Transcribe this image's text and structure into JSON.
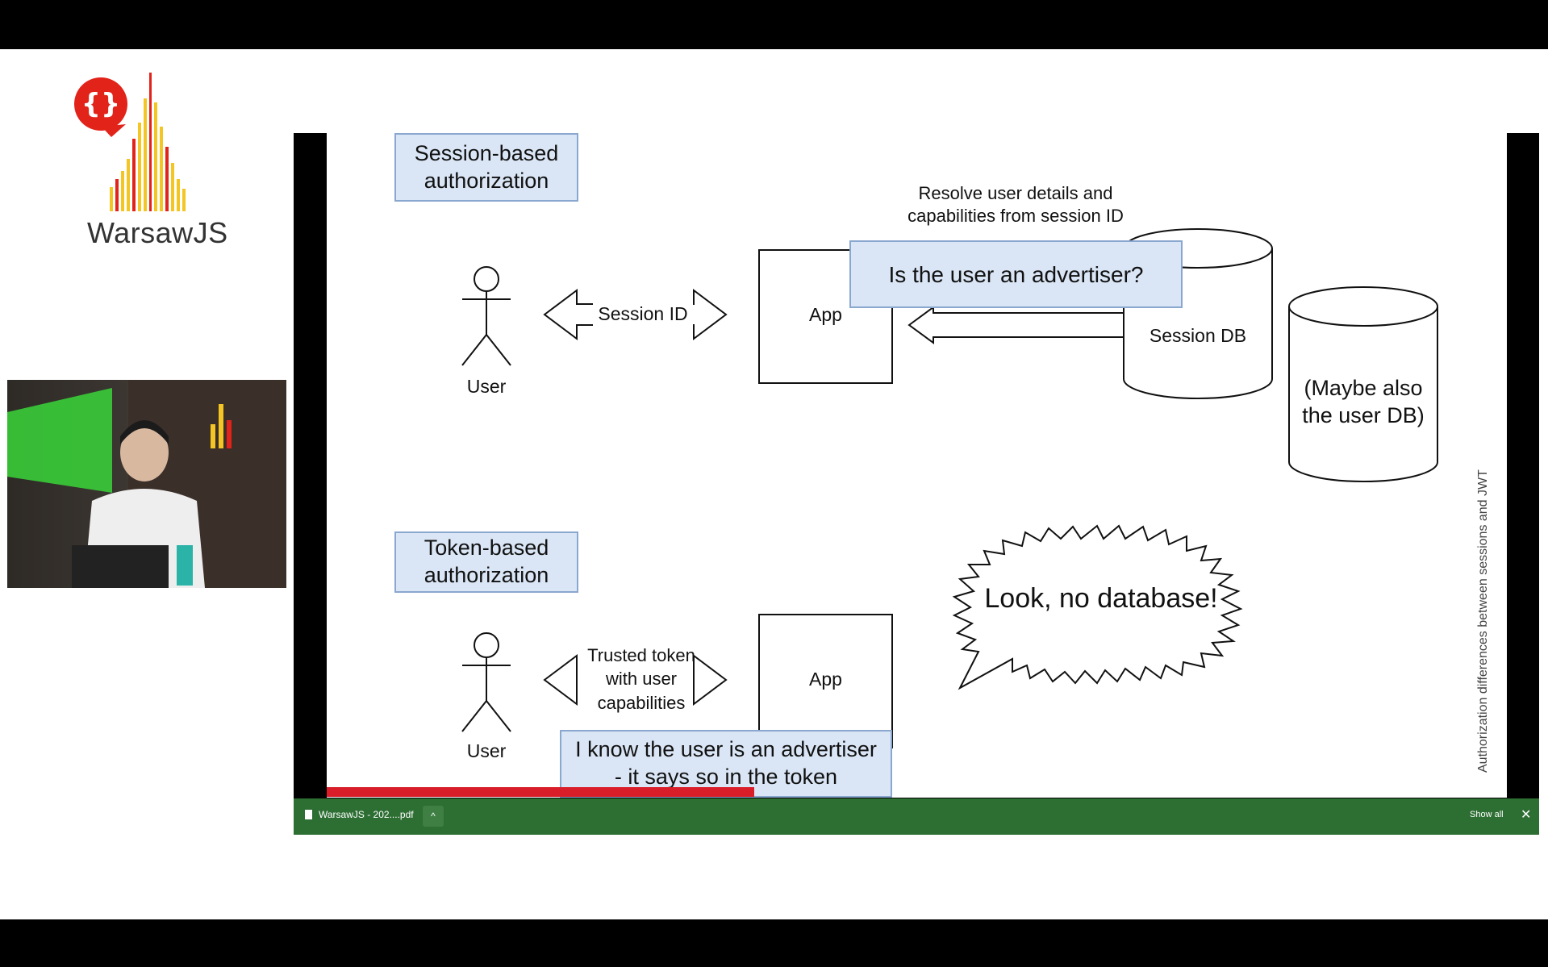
{
  "logo": {
    "text": "WarsawJS",
    "brand_color": "#e2231a",
    "accent_color": "#f3c623"
  },
  "slide": {
    "session_title": "Session-based\nauthorization",
    "token_title": "Token-based\nauthorization",
    "resolve_text": "Resolve user details and\ncapabilities from session ID",
    "advertiser_question": "Is the user an advertiser?",
    "session_id_label": "Session ID",
    "app_label": "App",
    "user_label": "User",
    "session_db_label": "Session DB",
    "user_db_label": "(Maybe also\nthe user DB)",
    "speech_bubble": "Look, no database!",
    "trusted_token": "Trusted token\nwith user\ncapabilities",
    "token_note": "I know the user is an advertiser\n- it says so in the token",
    "side_caption": "Authorization differences between sessions and JWT",
    "box_fill": "#dae6f6",
    "progress_color": "#d91e2a"
  },
  "download_bar": {
    "file_name": "WarsawJS - 202....pdf",
    "show_all": "Show all",
    "close": "✕",
    "chevron": "^",
    "color": "#2d6e33"
  }
}
